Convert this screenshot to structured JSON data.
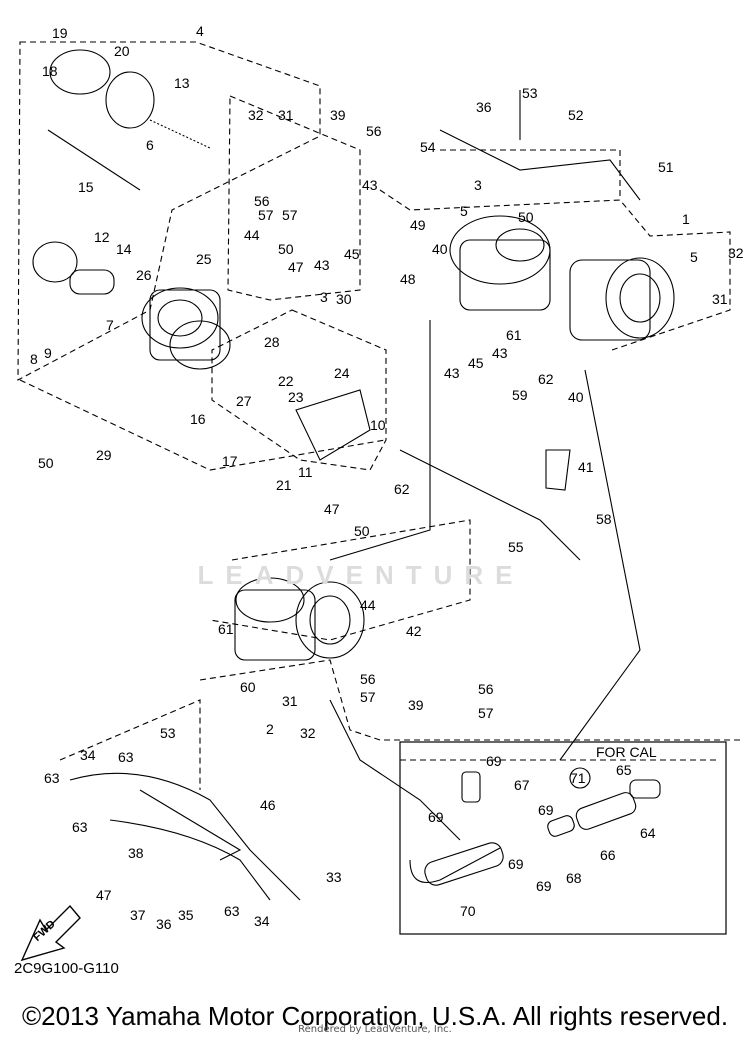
{
  "diagram": {
    "figure_code": "2C9G100-G110",
    "copyright": "©2013 Yamaha Motor Corporation, U.S.A. All rights reserved.",
    "render_credit": "Rendered by LeadVenture, Inc.",
    "watermark": "LEADVENTURE",
    "for_cal_label": "FOR CAL",
    "fwd_label": "FWD",
    "callouts": [
      "19",
      "20",
      "4",
      "18",
      "13",
      "6",
      "15",
      "12",
      "14",
      "32",
      "31",
      "39",
      "56",
      "56",
      "57",
      "57",
      "43",
      "44",
      "50",
      "47",
      "26",
      "25",
      "43",
      "45",
      "49",
      "48",
      "40",
      "36",
      "53",
      "52",
      "54",
      "3",
      "51",
      "5",
      "50",
      "1",
      "5",
      "32",
      "31",
      "3",
      "30",
      "61",
      "43",
      "45",
      "62",
      "43",
      "59",
      "40",
      "7",
      "9",
      "8",
      "28",
      "22",
      "23",
      "27",
      "24",
      "10",
      "16",
      "17",
      "29",
      "50",
      "21",
      "11",
      "62",
      "41",
      "58",
      "55",
      "47",
      "50",
      "44",
      "42",
      "61",
      "60",
      "31",
      "2",
      "32",
      "56",
      "57",
      "39",
      "56",
      "57",
      "53",
      "34",
      "63",
      "63",
      "63",
      "46",
      "38",
      "33",
      "47",
      "37",
      "36",
      "35",
      "63",
      "34",
      "69",
      "67",
      "71",
      "65",
      "69",
      "69",
      "64",
      "66",
      "69",
      "68",
      "69",
      "70"
    ]
  }
}
